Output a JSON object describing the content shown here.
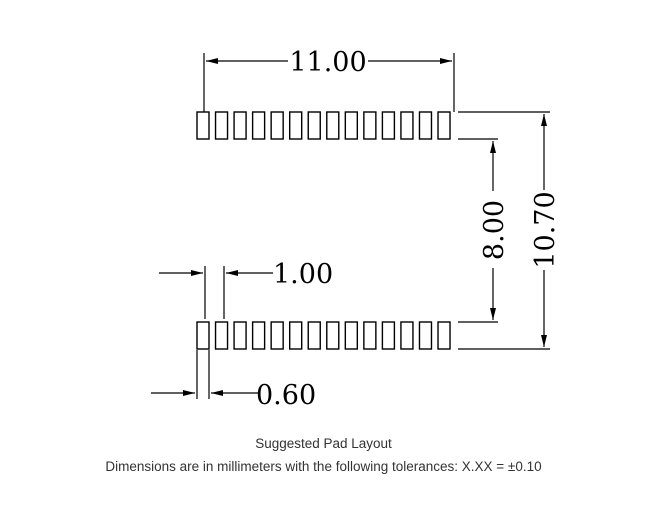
{
  "diagram": {
    "pad_count_per_row": 14,
    "dimensions": {
      "overall_width": "11.00",
      "row_spacing": "8.00",
      "overall_height": "10.70",
      "pad_pitch": "1.00",
      "pad_width": "0.60"
    },
    "caption": {
      "title": "Suggested Pad Layout",
      "note": "Dimensions are in millimeters with the following tolerances: X.XX = ±0.10"
    },
    "colors": {
      "line": "#000000",
      "text": "#333333"
    }
  }
}
